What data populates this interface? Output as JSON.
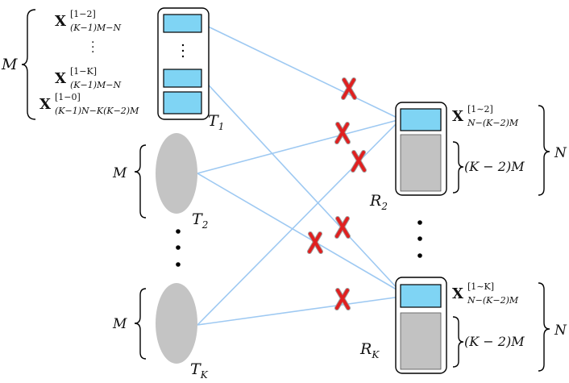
{
  "transmitters": [
    {
      "label_main": "T",
      "label_sub": "1"
    },
    {
      "label_main": "T",
      "label_sub": "2"
    },
    {
      "label_main": "T",
      "label_sub": "K"
    }
  ],
  "receivers": [
    {
      "label_main": "R",
      "label_sub": "2"
    },
    {
      "label_main": "R",
      "label_sub": "K"
    }
  ],
  "t1_signals": [
    {
      "base": "X",
      "sup": "[1−2]",
      "sub": "(K−1)M−N"
    },
    {
      "base": "X",
      "sup": "[1−K]",
      "sub": "(K−1)M−N"
    },
    {
      "base": "X",
      "sup": "[1−0]",
      "sub": "(K−1)N−K(K−2)M"
    }
  ],
  "receiver_signals": [
    {
      "base": "X",
      "sup": "[1∼2]",
      "sub": "N−(K−2)M"
    },
    {
      "base": "X",
      "sup": "[1∼K]",
      "sub": "N−(K−2)M"
    }
  ],
  "brace_labels": {
    "m_t1": "M",
    "m_t2": "M",
    "m_tk": "M",
    "n_r2": "N",
    "n_rk": "N",
    "km_r2": "(K − 2)M",
    "km_rk": "(K − 2)M"
  },
  "colors": {
    "link": "#9ec9f2",
    "buffer_blue": "#7fd4f4",
    "node_gray": "#c4c4c4",
    "block_gray": "#c2c2c2",
    "cross_red": "#e02020"
  },
  "icons": [
    "cross-mark-icon"
  ]
}
